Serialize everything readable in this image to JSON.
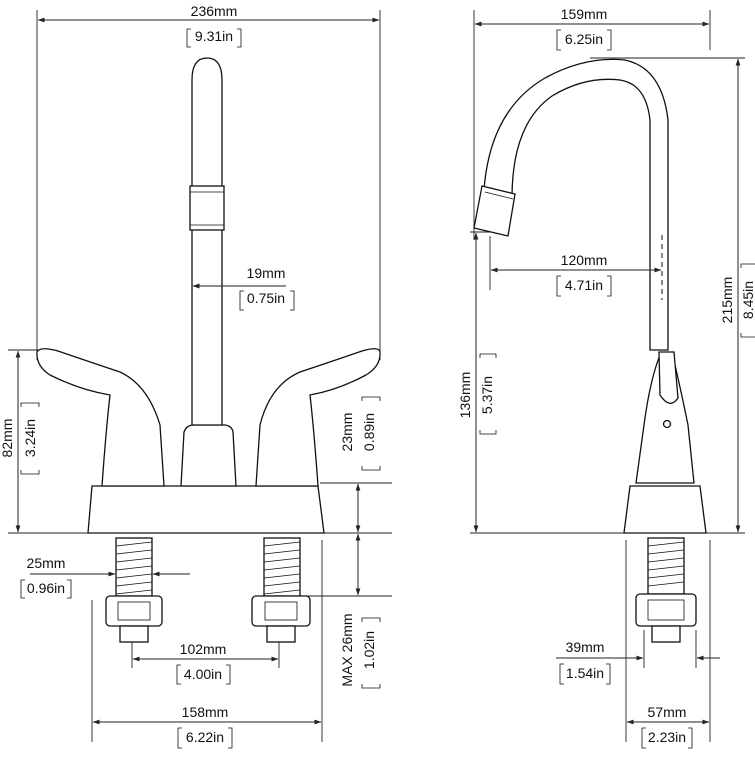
{
  "front_view": {
    "overall_width": {
      "mm": "236mm",
      "in": "9.31in"
    },
    "spout_diameter": {
      "mm": "19mm",
      "in": "0.75in"
    },
    "handle_height": {
      "mm": "82mm",
      "in": "3.24in"
    },
    "body_height": {
      "mm": "23mm",
      "in": "0.89in"
    },
    "shank_diameter": {
      "mm": "25mm",
      "in": "0.96in"
    },
    "shank_length": {
      "mm": "MAX 26mm",
      "in": "1.02in"
    },
    "shank_spacing": {
      "mm": "102mm",
      "in": "4.00in"
    },
    "base_width": {
      "mm": "158mm",
      "in": "6.22in"
    }
  },
  "side_view": {
    "overall_depth": {
      "mm": "159mm",
      "in": "6.25in"
    },
    "spout_reach": {
      "mm": "120mm",
      "in": "4.71in"
    },
    "overall_height": {
      "mm": "215mm",
      "in": "8.45in"
    },
    "spout_height": {
      "mm": "136mm",
      "in": "5.37in"
    },
    "mount_diameter": {
      "mm": "39mm",
      "in": "1.54in"
    },
    "base_depth": {
      "mm": "57mm",
      "in": "2.23in"
    }
  }
}
